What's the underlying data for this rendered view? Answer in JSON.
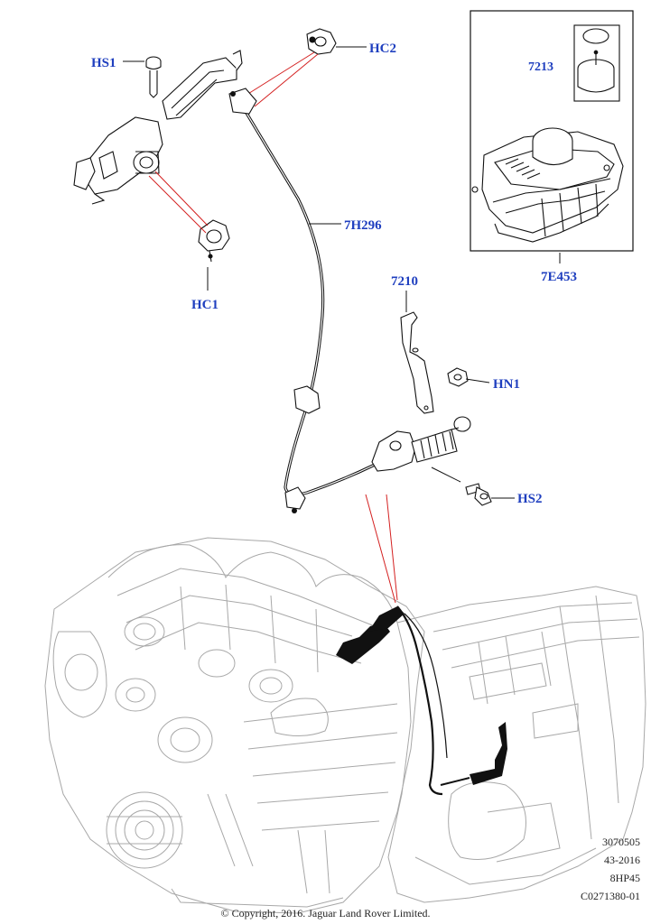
{
  "parts": {
    "hs1": "HS1",
    "hc2": "HC2",
    "h296": "7H296",
    "hc1": "HC1",
    "p7210": "7210",
    "hn1": "HN1",
    "hs2": "HS2",
    "p7213": "7213",
    "e453": "7E453"
  },
  "info": {
    "line1": "3070505",
    "line2": "43-2016",
    "line3": "8HP45",
    "line4": "C0271380-01"
  },
  "copyright": "© Copyright, 2016. Jaguar Land Rover Limited.",
  "colors": {
    "label": "#1f3fbf",
    "leader_red": "#d42020",
    "line_dark": "#111111",
    "engine_gray": "#9a9a9a"
  }
}
